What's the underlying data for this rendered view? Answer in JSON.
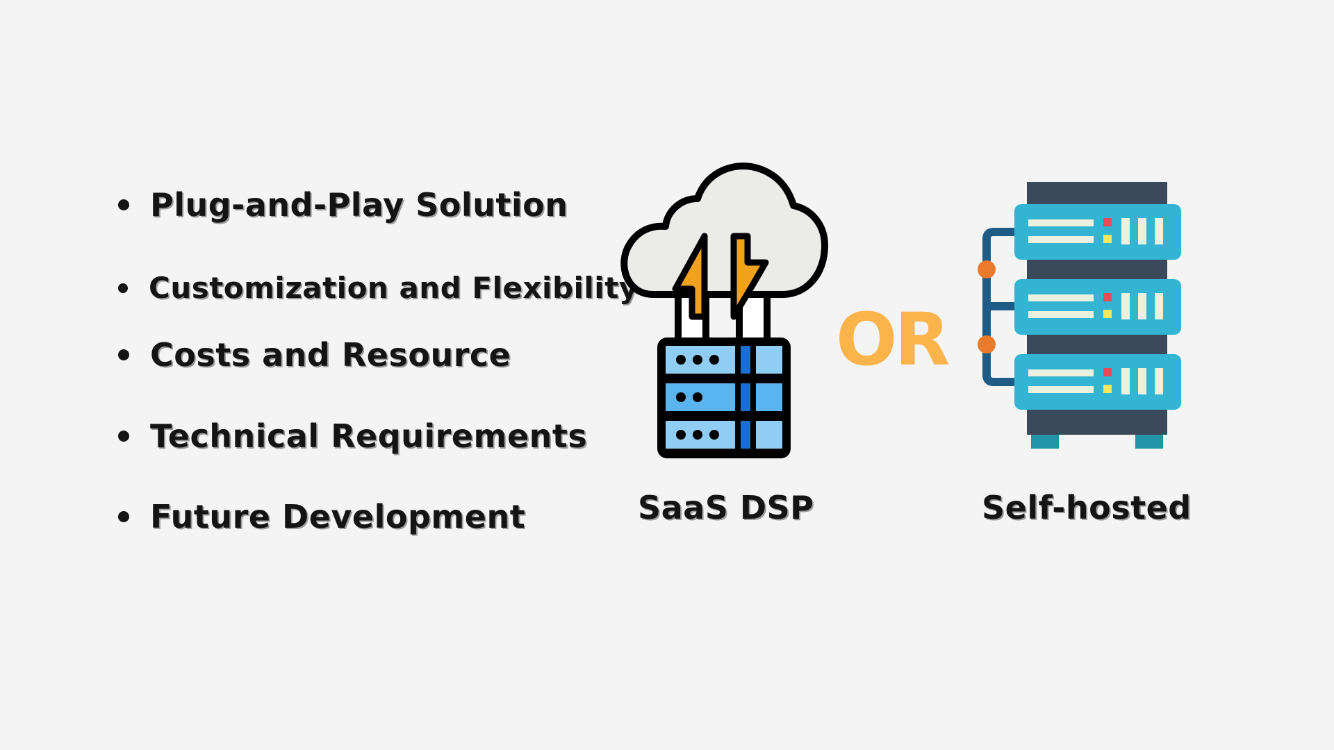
{
  "bullets": [
    {
      "label": "Plug-and-Play Solution"
    },
    {
      "label": "Customization and Flexibility"
    },
    {
      "label": "Costs and Resource"
    },
    {
      "label": "Technical Requirements"
    },
    {
      "label": "Future Development"
    }
  ],
  "options": {
    "saas": {
      "label": "SaaS DSP",
      "icon": "cloud-server-icon"
    },
    "separator": "OR",
    "self_hosted": {
      "label": "Self-hosted",
      "icon": "server-rack-icon"
    }
  },
  "colors": {
    "background": "#f4f4f4",
    "text": "#141414",
    "or_accent": "#fbb34c",
    "cloud_fill": "#ebebe8",
    "arrow_orange": "#f0a21c",
    "server_light_blue": "#8fcdf4",
    "server_blue": "#5ab4ef",
    "rack_body": "#3a4a5b",
    "rack_unit": "#32b4d2",
    "connector_dot": "#ec7a2c"
  }
}
